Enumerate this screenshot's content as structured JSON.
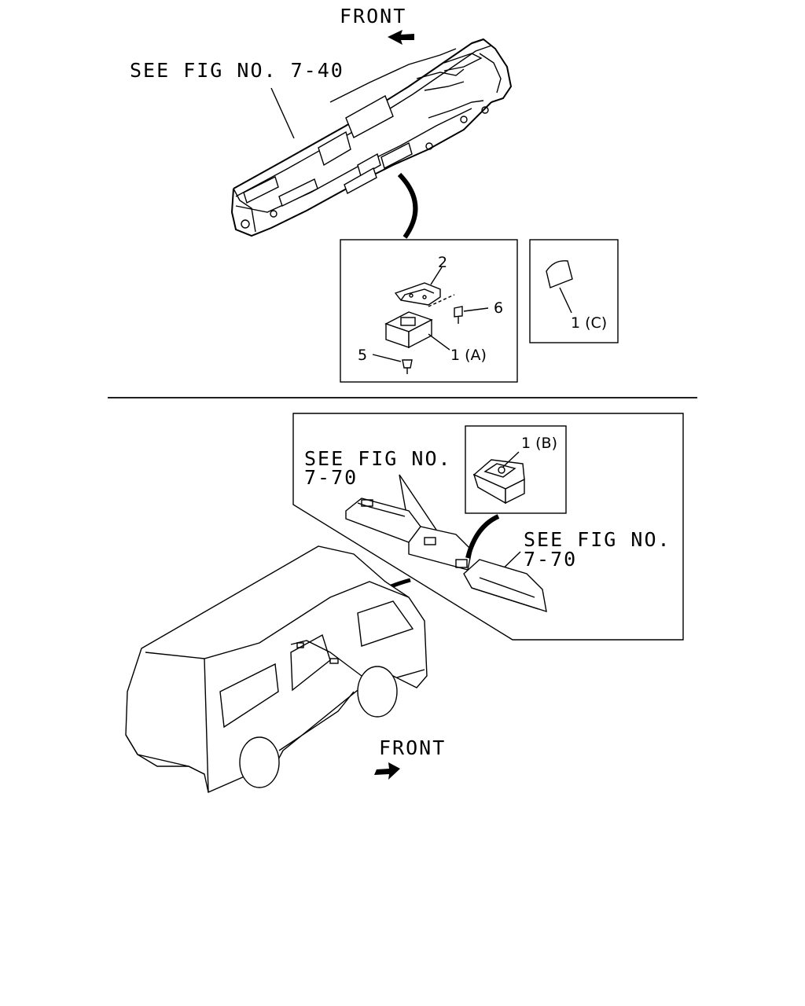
{
  "labels": {
    "front_top": "FRONT",
    "see_fig_740": "SEE FIG NO. 7-40",
    "part_2": "2",
    "part_6": "6",
    "part_5": "5",
    "part_1a": "1 (A)",
    "part_1c": "1 (C)",
    "part_1b": "1 (B)",
    "see_fig_770_left_line1": "SEE FIG NO.",
    "see_fig_770_left_line2": "7-70",
    "see_fig_770_right_line1": "SEE FIG NO.",
    "see_fig_770_right_line2": "7-70",
    "front_bottom": "FRONT"
  }
}
